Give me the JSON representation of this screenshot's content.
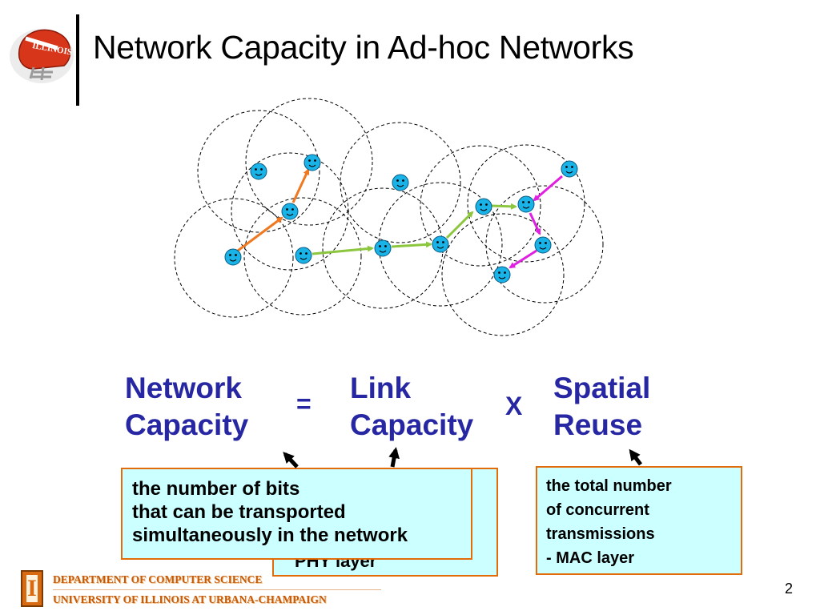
{
  "slide": {
    "title": "Network Capacity in Ad-hoc Networks",
    "page_number": "2"
  },
  "formula": {
    "term1_line1": "Network",
    "term1_line2": "Capacity",
    "equals": "=",
    "term2_line1": "Link",
    "term2_line2": "Capacity",
    "times": "X",
    "term3_line1": "Spatial",
    "term3_line2": "Reuse"
  },
  "notes": {
    "network_capacity_lines": [
      "the number of bits",
      "that can be transported",
      "simultaneously in the network"
    ],
    "link_capacity_visible_fragment": "PHY layer",
    "spatial_reuse_lines": [
      "the total number",
      "of concurrent",
      "transmissions",
      "- MAC layer"
    ]
  },
  "footer": {
    "line1": "DEPARTMENT OF COMPUTER SCIENCE",
    "line2": "UNIVERSITY OF ILLINOIS AT URBANA-CHAMPAIGN"
  },
  "colors": {
    "formula_text": "#2727a3",
    "box_fill": "#ccffff",
    "box_border": "#e36c0a",
    "node_fill": "#1ab3e8",
    "route_orange": "#f07820",
    "route_green": "#8cc63f",
    "route_magenta": "#e020e0"
  },
  "icons": {
    "node": "smiley-face-icon",
    "header_logo": "illini-helmet-icon",
    "footer_logo": "block-i-icon"
  }
}
